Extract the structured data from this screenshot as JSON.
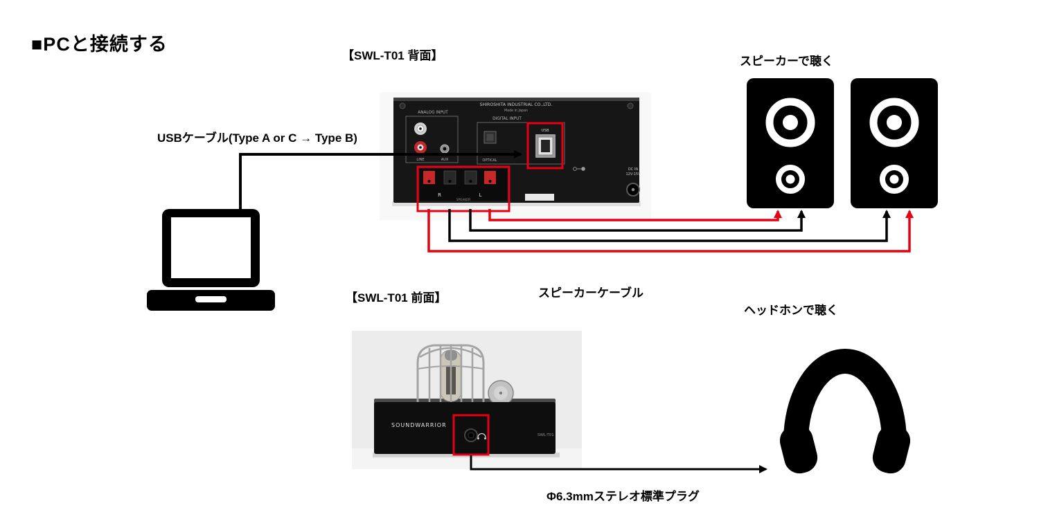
{
  "title": "■PCと接続する",
  "labels": {
    "rear": "【SWL-T01 背面】",
    "front": "【SWL-T01 前面】",
    "usb_cable": "USBケーブル(Type A or C → Type B)",
    "listen_speakers": "スピーカーで聴く",
    "listen_headphones": "ヘッドホンで聴く",
    "speaker_cable": "スピーカーケーブル",
    "plug": "Φ6.3mmステレオ標準プラグ"
  },
  "rear_device": {
    "maker": "SHIROSHITA INDUSTRIAL CO.,LTD.",
    "origin": "Made in Japan",
    "analog_input": "ANALOG INPUT",
    "digital_input": "DIGITAL INPUT",
    "line": "LINE",
    "aux": "AUX",
    "optical": "OPTICAL",
    "usb": "USB",
    "speaker": "SPEAKER",
    "right": "R",
    "left": "L",
    "dc_in": "DC IN",
    "dc_volt": "12V-15V"
  },
  "front_device": {
    "brand": "SOUNDWARRIOR",
    "model": "SWL-T01"
  },
  "colors": {
    "highlight_red": "#e60012",
    "cable_black": "#000000"
  },
  "icons": {
    "laptop-icon": "black laptop silhouette (SVG shape)",
    "speaker-icon": "black bookshelf speaker with white drivers (SVG shape)",
    "headphones-icon": "black headphones silhouette (SVG shape)",
    "polarity-icon": "DC polarity glyph (SVG shape)",
    "headphone-jack-glyph": "small headphone symbol beside jack (SVG shape)"
  }
}
